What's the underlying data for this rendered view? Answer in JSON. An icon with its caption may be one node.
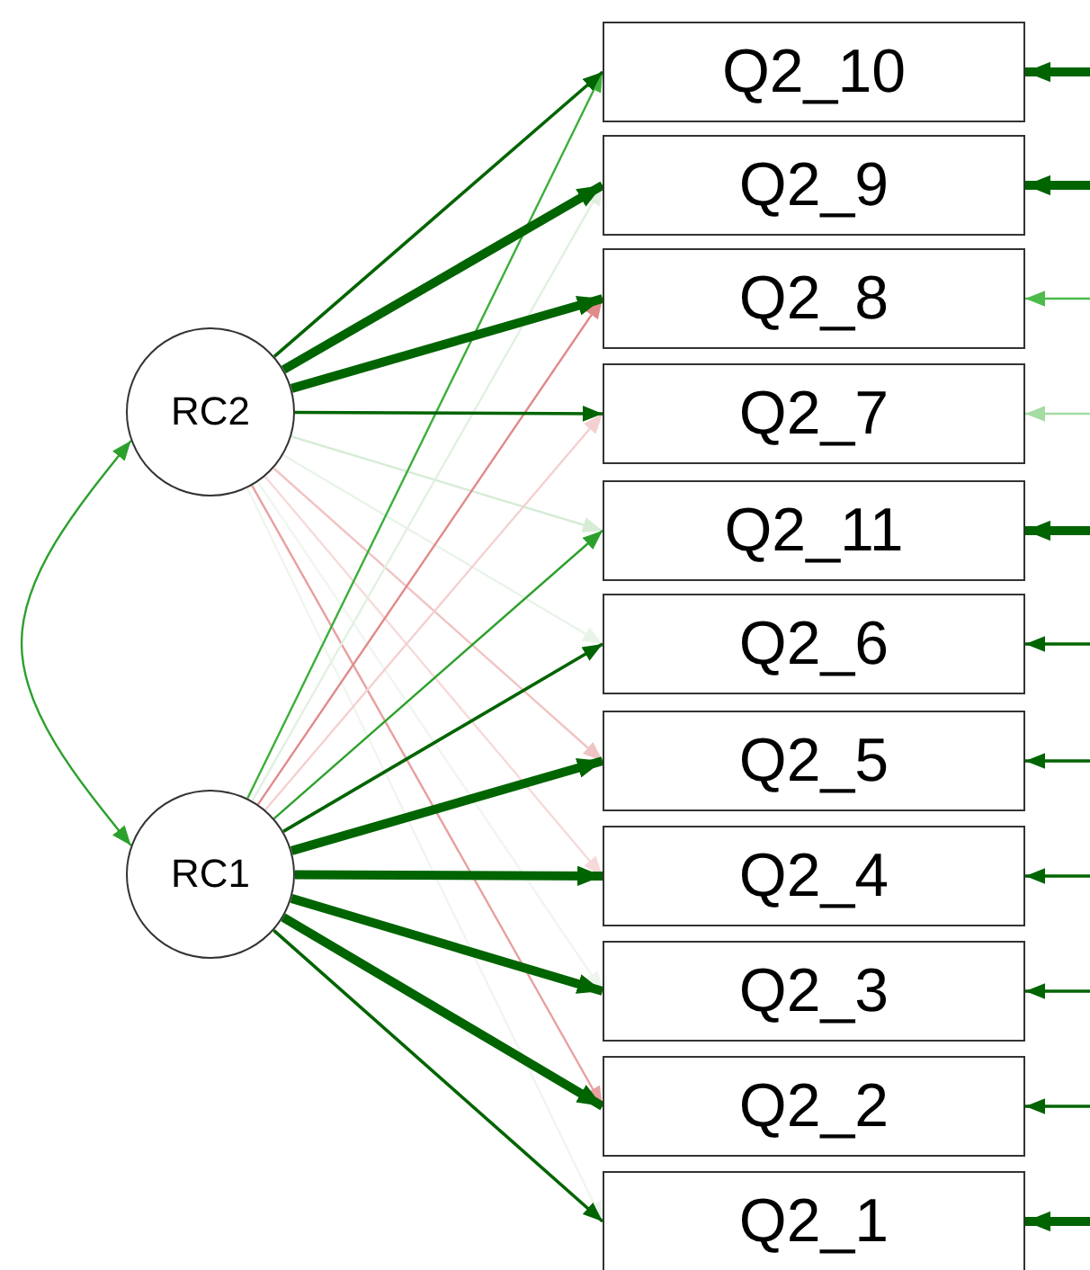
{
  "diagram": {
    "nodes": [
      {
        "text": [
          "RC2"
        ]
      },
      {
        "text": [
          "RC1"
        ]
      },
      {
        "text": [
          "Q2_10"
        ]
      },
      {
        "text": [
          "Q2_9"
        ]
      },
      {
        "text": [
          "Q2_8"
        ]
      },
      {
        "text": [
          "Q2_7"
        ]
      },
      {
        "text": [
          "Q2_11"
        ]
      },
      {
        "text": [
          "Q2_6"
        ]
      },
      {
        "text": [
          "Q2_5"
        ]
      },
      {
        "text": [
          "Q2_4"
        ]
      },
      {
        "text": [
          "Q2_3"
        ]
      },
      {
        "text": [
          "Q2_2"
        ]
      },
      {
        "text": [
          "Q2_1"
        ]
      }
    ],
    "edges": [
      {
        "from": 1,
        "to": 0,
        "arrow": "both",
        "color": "#2ca02c"
      },
      {
        "from": 0,
        "to": 2,
        "arrow": "to"
      },
      {
        "from": 0,
        "to": 3,
        "arrow": "to",
        "style": "thick"
      },
      {
        "from": 0,
        "to": 4,
        "arrow": "to",
        "style": "thick"
      },
      {
        "from": 0,
        "to": 5,
        "arrow": "to"
      },
      {
        "from": 0,
        "to": 6,
        "arrow": "to",
        "color": "#d6ecd6"
      },
      {
        "from": 0,
        "to": 7,
        "arrow": "to",
        "color": "#e8f4e8"
      },
      {
        "from": 0,
        "to": 8,
        "arrow": "to",
        "color": "#f0c4c4"
      },
      {
        "from": 0,
        "to": 9,
        "arrow": "to",
        "color": "#f6dada"
      },
      {
        "from": 0,
        "to": 10,
        "arrow": "to",
        "color": "#eef6ee"
      },
      {
        "from": 0,
        "to": 11,
        "arrow": "to",
        "color": "#e8a0a0"
      },
      {
        "from": 0,
        "to": 12,
        "arrow": "to",
        "color": "#eef6ee"
      },
      {
        "from": 1,
        "to": 2,
        "arrow": "to",
        "color": "#3cae3c"
      },
      {
        "from": 1,
        "to": 3,
        "arrow": "to",
        "color": "#e2f0e2"
      },
      {
        "from": 1,
        "to": 4,
        "arrow": "to",
        "color": "#e08a8a"
      },
      {
        "from": 1,
        "to": 5,
        "arrow": "to",
        "color": "#f4d0d0"
      },
      {
        "from": 1,
        "to": 6,
        "arrow": "to",
        "color": "#2ca02c"
      },
      {
        "from": 1,
        "to": 7,
        "arrow": "to"
      },
      {
        "from": 1,
        "to": 8,
        "arrow": "to",
        "style": "thick"
      },
      {
        "from": 1,
        "to": 9,
        "arrow": "to",
        "style": "thick"
      },
      {
        "from": 1,
        "to": 10,
        "arrow": "to",
        "style": "thick"
      },
      {
        "from": 1,
        "to": 11,
        "arrow": "to",
        "style": "thick"
      },
      {
        "from": 1,
        "to": 12,
        "arrow": "to"
      },
      {
        "from": null,
        "to": 2,
        "arrow": "to",
        "style": "thick"
      },
      {
        "from": null,
        "to": 3,
        "arrow": "to",
        "style": "thick"
      },
      {
        "from": null,
        "to": 4,
        "arrow": "to",
        "color": "#4cbb4c"
      },
      {
        "from": null,
        "to": 5,
        "arrow": "to",
        "color": "#a4dca4"
      },
      {
        "from": null,
        "to": 6,
        "arrow": "to",
        "style": "thick"
      },
      {
        "from": null,
        "to": 7,
        "arrow": "to"
      },
      {
        "from": null,
        "to": 8,
        "arrow": "to"
      },
      {
        "from": null,
        "to": 9,
        "arrow": "to"
      },
      {
        "from": null,
        "to": 10,
        "arrow": "to"
      },
      {
        "from": null,
        "to": 11,
        "arrow": "to"
      },
      {
        "from": null,
        "to": 12,
        "arrow": "to",
        "style": "thick"
      }
    ]
  }
}
